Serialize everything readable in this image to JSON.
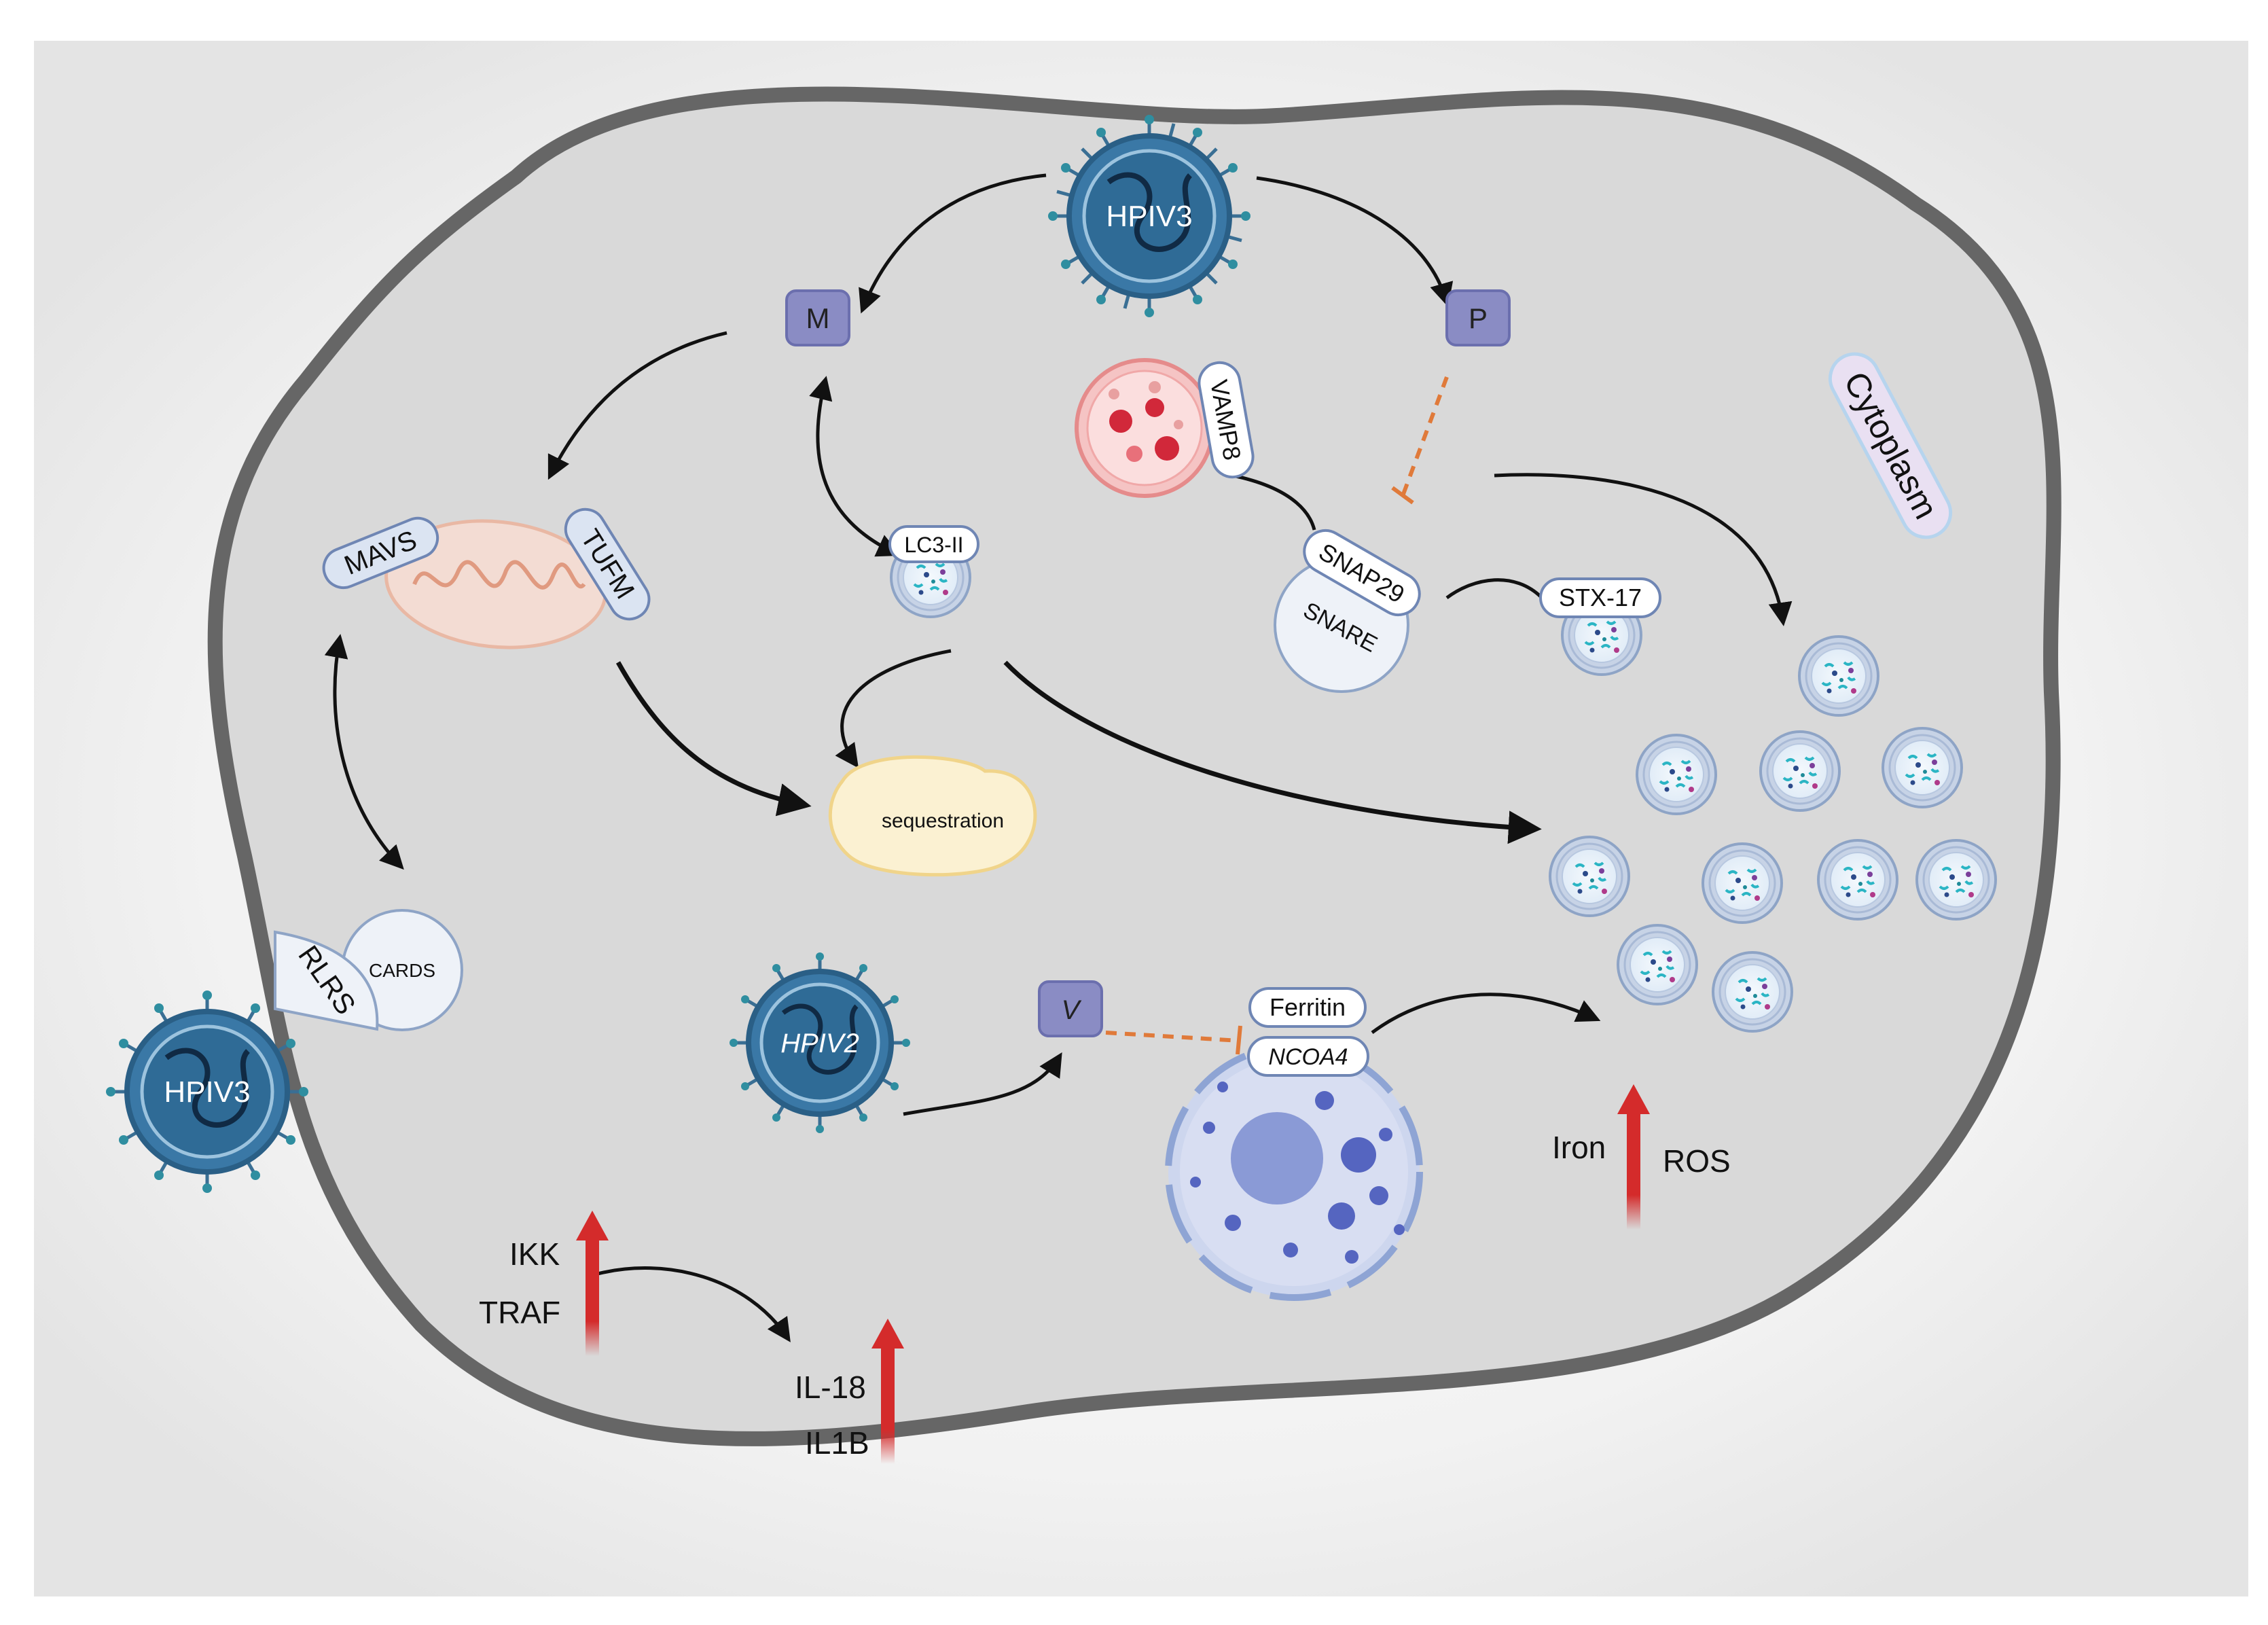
{
  "viruses": {
    "top": "HPIV3",
    "left": "HPIV3",
    "middle": "HPIV2"
  },
  "proteins": {
    "m": "M",
    "p": "P",
    "v": "V"
  },
  "mito_labels": {
    "mavs": "MAVS",
    "tufm": "TUFM",
    "sequestration": "sequestration"
  },
  "autophagy": {
    "lc3": "LC3-II",
    "vamp8": "VAMP8",
    "snap29": "SNAP29",
    "snare": "SNARE",
    "stx17": "STX-17"
  },
  "cytoplasm_label": "Cytoplasm",
  "receptors": {
    "rlrs": "RLRS",
    "cards": "CARDS"
  },
  "ferritinophagy": {
    "ferritin": "Ferritin",
    "ncoa4": "NCOA4"
  },
  "outputs": {
    "iron": "Iron",
    "ros": "ROS",
    "ikk": "IKK",
    "traf": "TRAF",
    "il18": "IL-18",
    "il1b": "IL1B"
  },
  "colors": {
    "cell_fill": "#d9d9d9",
    "membrane": "#666666",
    "virus": "#3a78a6",
    "protein_box": "#8a8cc4",
    "vesicle": "#a8bcd8",
    "red_arrow": "#d42b2b",
    "inhibit": "#e07a3a"
  }
}
